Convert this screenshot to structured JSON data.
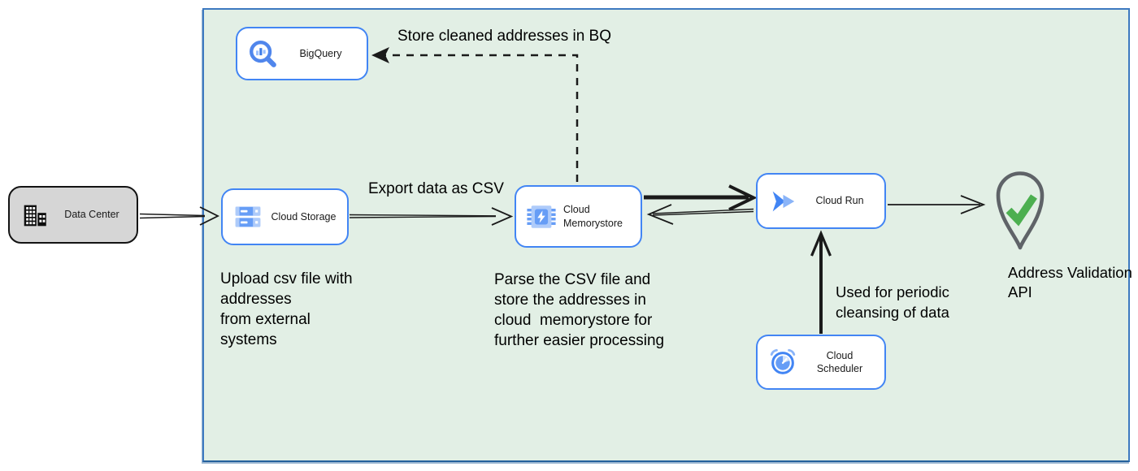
{
  "nodes": {
    "data_center": {
      "label": "Data Center"
    },
    "bigquery": {
      "label": "BigQuery"
    },
    "cloud_storage": {
      "label": "Cloud Storage"
    },
    "cloud_memorystore": {
      "label": "Cloud Memorystore"
    },
    "cloud_run": {
      "label": "Cloud Run"
    },
    "cloud_scheduler": {
      "label": "Cloud Scheduler"
    },
    "address_validation_api": {
      "label": "Address Validation\nAPI"
    }
  },
  "annotations": {
    "store_bq": "Store cleaned addresses in BQ",
    "export_csv": "Export data as CSV",
    "upload_note": "Upload csv file with\naddresses\nfrom external\nsystems",
    "parse_note": "Parse the CSV file and\nstore the addresses in\ncloud  memorystore for\nfurther easier processing",
    "periodic_note": "Used for periodic\ncleansing of data"
  },
  "icons": {
    "data_center": "building-icon",
    "bigquery": "bigquery-magnifier-icon",
    "cloud_storage": "storage-buckets-icon",
    "cloud_memorystore": "memorystore-chip-icon",
    "cloud_run": "cloud-run-chevrons-icon",
    "cloud_scheduler": "scheduler-clock-icon",
    "address_validation_api": "location-pin-check-icon"
  },
  "colors": {
    "panel_background": "#E2EFE5",
    "panel_border": "#3D79C0",
    "node_border": "#4285F4",
    "node_background": "#FFFFFF",
    "data_center_background": "#D6D6D6",
    "data_center_border": "#131313",
    "icon_blue": "#4285F4",
    "icon_mid_blue": "#669DF6",
    "icon_light_blue": "#AECBFA",
    "pin_outline_gray": "#5F6368",
    "check_green": "#4CAF50",
    "connector_black": "#1A1A1A"
  }
}
